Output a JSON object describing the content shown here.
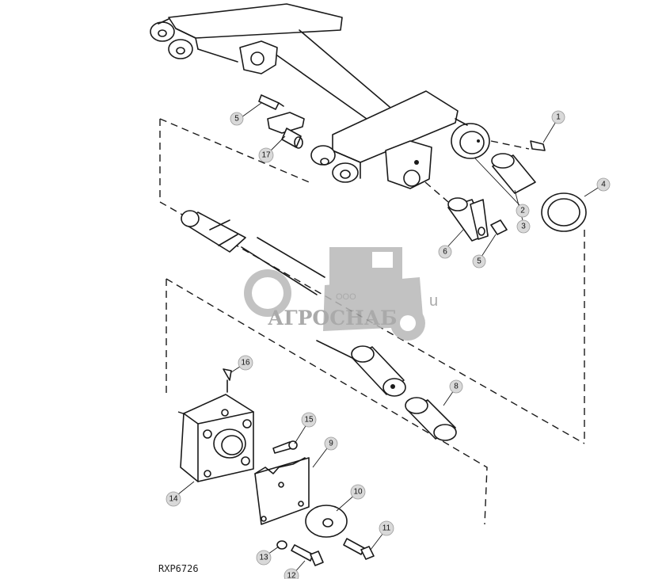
{
  "reference_code": "RXP6726",
  "watermark": {
    "brand_prefix": "ООО",
    "brand_name": "АГРОСНАБ",
    "suffix": "u"
  },
  "callouts": [
    "1",
    "2",
    "3",
    "4",
    "5",
    "5",
    "6",
    "8",
    "9",
    "10",
    "11",
    "12",
    "13",
    "14",
    "15",
    "16",
    "17"
  ]
}
